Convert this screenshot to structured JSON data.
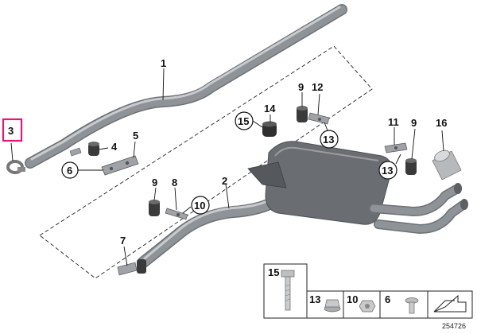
{
  "callouts": {
    "c1": "1",
    "c2": "2",
    "c3": "3",
    "c4": "4",
    "c5": "5",
    "c6": "6",
    "c7": "7",
    "c8": "8",
    "c9a": "9",
    "c9b": "9",
    "c9c": "9",
    "c10": "10",
    "c11": "11",
    "c12": "12",
    "c13a": "13",
    "c13b": "13",
    "c14": "14",
    "c15": "15",
    "c16": "16"
  },
  "legend": {
    "items": [
      {
        "number": "15",
        "icon": "bolt-icon"
      },
      {
        "number": "13",
        "icon": "flange-nut-icon"
      },
      {
        "number": "10",
        "icon": "hex-nut-icon"
      },
      {
        "number": "6",
        "icon": "screw-icon"
      }
    ]
  },
  "diagram_id": "254726",
  "colors": {
    "highlight": "#e0187a",
    "pipe": "#8e9398",
    "muffler": "#6a6e72"
  }
}
